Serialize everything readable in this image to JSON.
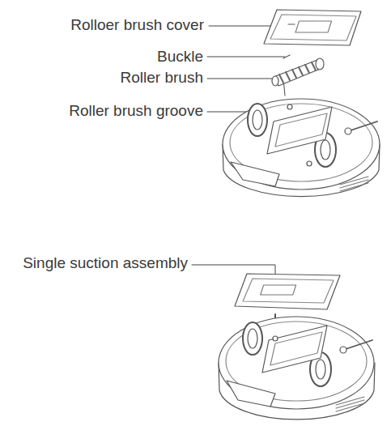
{
  "diagram": {
    "labels": [
      "Rolloer brush cover",
      "Buckle",
      "Roller brush",
      "Roller brush groove",
      "Single suction assembly"
    ]
  }
}
